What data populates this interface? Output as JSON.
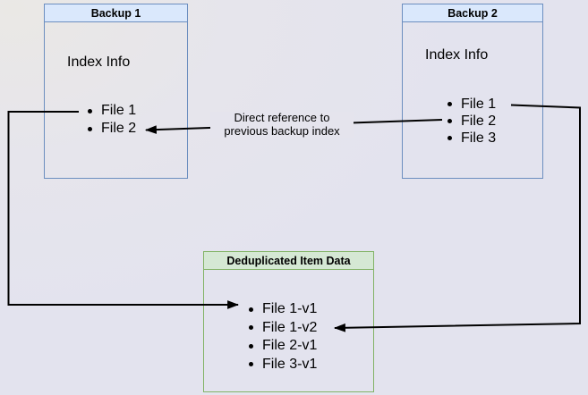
{
  "diagram": {
    "backup1": {
      "title": "Backup 1",
      "label": "Index Info",
      "items": [
        "File 1",
        "File 2"
      ]
    },
    "backup2": {
      "title": "Backup 2",
      "label": "Index Info",
      "items": [
        "File 1",
        "File 2",
        "File 3"
      ]
    },
    "dedup": {
      "title": "Deduplicated Item Data",
      "items": [
        "File 1-v1",
        "File 1-v2",
        "File 2-v1",
        "File 3-v1"
      ]
    },
    "edge_label": {
      "line1": "Direct reference to",
      "line2": "previous backup index"
    }
  },
  "colors": {
    "background": "#e4e4ee",
    "background_corner": "#e9e7e4",
    "blue_fill": "#dae8fc",
    "blue_stroke": "#6c8ebf",
    "green_fill": "#d5e8d4",
    "green_stroke": "#82b366",
    "line": "#000000"
  }
}
